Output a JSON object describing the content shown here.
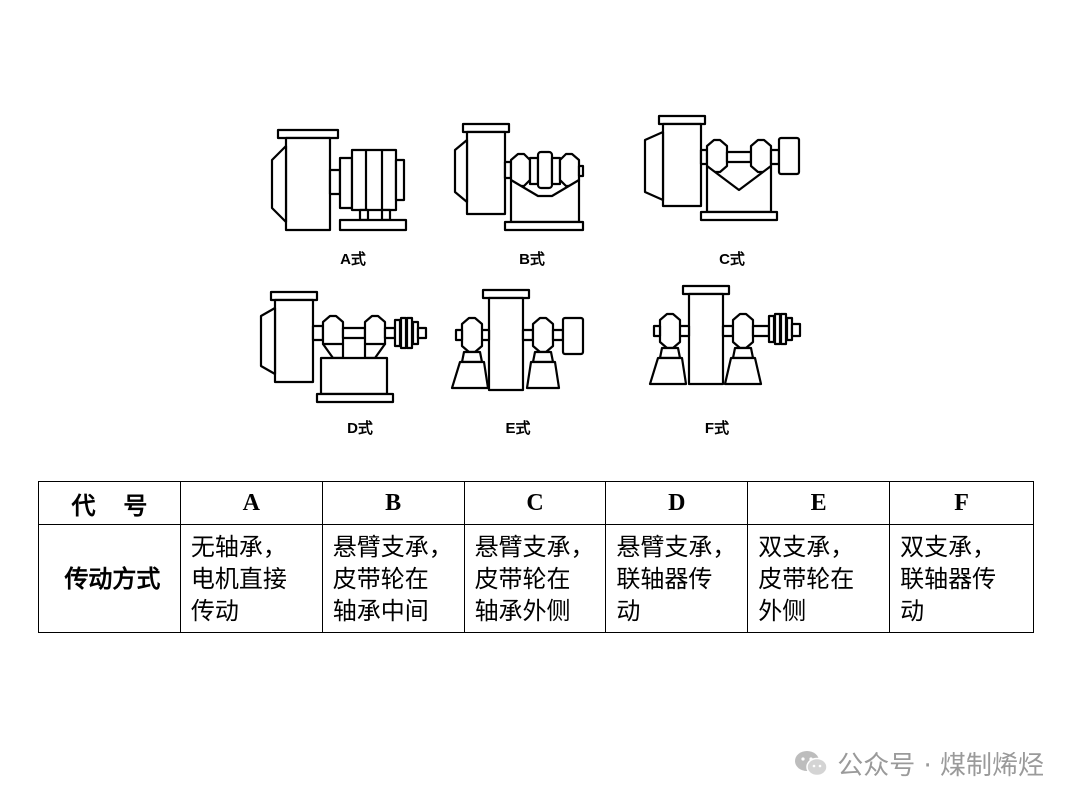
{
  "figures": {
    "A": {
      "label": "A式"
    },
    "B": {
      "label": "B式"
    },
    "C": {
      "label": "C式"
    },
    "D": {
      "label": "D式"
    },
    "E": {
      "label": "E式"
    },
    "F": {
      "label": "F式"
    }
  },
  "table": {
    "code_header": "代号",
    "codes": [
      "A",
      "B",
      "C",
      "D",
      "E",
      "F"
    ],
    "row_header": "传动方式",
    "descriptions": [
      "无轴承，\n电机直接\n传动",
      "悬臂支承，\n皮带轮在\n轴承中间",
      "悬臂支承，\n皮带轮在\n轴承外侧",
      "悬臂支承，\n联轴器传\n动",
      "双支承，\n皮带轮在\n外侧",
      "双支承，\n联轴器传\n动"
    ]
  },
  "watermark": {
    "icon": "wechat-icon",
    "text": "公众号 · 煤制烯烃"
  }
}
